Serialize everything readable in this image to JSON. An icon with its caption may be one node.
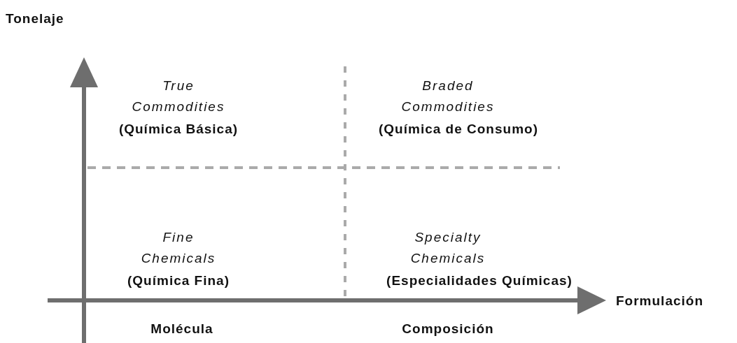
{
  "diagram": {
    "labels": [
      "Tonelaje",
      "True Commodities",
      "(Química Básica)",
      "Braded Commodities",
      "(Química de Consumo)",
      "Fine Chemicals",
      "(Química Fina)",
      "Specialty Chemicals",
      "(Especialidades Químicas)",
      "Formulación",
      "Molécula",
      "Composición"
    ]
  }
}
